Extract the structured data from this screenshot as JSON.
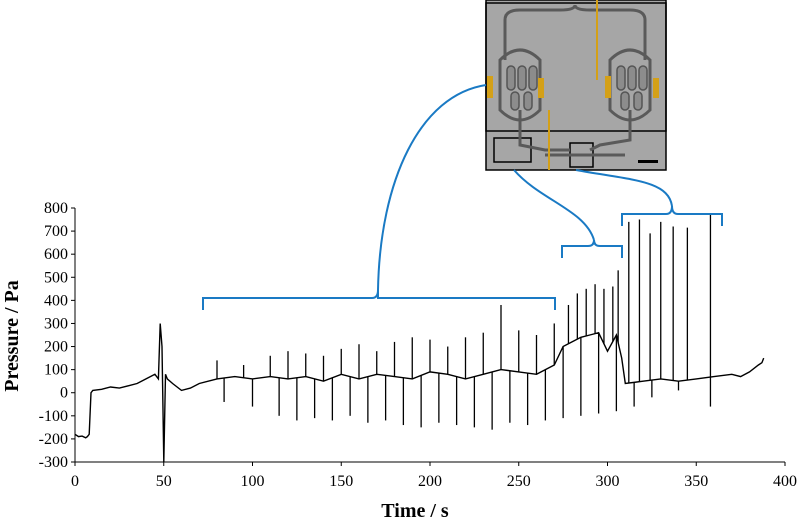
{
  "chart_data": {
    "type": "line",
    "xlabel": "Time / s",
    "ylabel": "Pressure / Pa",
    "xlim": [
      0,
      400
    ],
    "ylim": [
      -300,
      800
    ],
    "x_ticks": [
      0,
      50,
      100,
      150,
      200,
      250,
      300,
      350,
      400
    ],
    "y_ticks": [
      -300,
      -200,
      -100,
      0,
      100,
      200,
      300,
      400,
      500,
      600,
      700,
      800
    ],
    "grid": false,
    "series": [
      {
        "color": "#000000",
        "x": [
          0,
          2,
          4,
          6,
          7,
          8,
          9,
          10,
          15,
          20,
          25,
          30,
          35,
          40,
          45,
          47,
          48,
          49,
          50,
          51,
          52,
          55,
          60,
          65,
          70,
          80,
          90,
          100,
          110,
          120,
          130,
          140,
          150,
          160,
          170,
          180,
          190,
          200,
          210,
          220,
          230,
          240,
          250,
          260,
          265,
          270,
          275,
          280,
          285,
          290,
          295,
          300,
          305,
          308,
          310,
          320,
          330,
          340,
          350,
          360,
          370,
          375,
          380,
          385,
          387,
          388
        ],
        "y": [
          -180,
          -190,
          -188,
          -195,
          -190,
          -180,
          0,
          10,
          15,
          25,
          20,
          30,
          40,
          60,
          80,
          60,
          300,
          200,
          -300,
          80,
          60,
          40,
          10,
          20,
          40,
          60,
          70,
          60,
          70,
          60,
          70,
          50,
          80,
          60,
          80,
          70,
          60,
          90,
          80,
          60,
          80,
          100,
          90,
          80,
          100,
          120,
          200,
          220,
          240,
          250,
          260,
          180,
          250,
          150,
          40,
          50,
          60,
          50,
          60,
          70,
          80,
          70,
          90,
          120,
          130,
          150
        ]
      }
    ],
    "spikes": [
      {
        "x": 80,
        "y": 140
      },
      {
        "x": 95,
        "y": 120
      },
      {
        "x": 110,
        "y": 160
      },
      {
        "x": 120,
        "y": 180
      },
      {
        "x": 130,
        "y": 170
      },
      {
        "x": 140,
        "y": 160
      },
      {
        "x": 150,
        "y": 190
      },
      {
        "x": 160,
        "y": 210
      },
      {
        "x": 170,
        "y": 180
      },
      {
        "x": 180,
        "y": 220
      },
      {
        "x": 190,
        "y": 240
      },
      {
        "x": 200,
        "y": 230
      },
      {
        "x": 210,
        "y": 200
      },
      {
        "x": 220,
        "y": 240
      },
      {
        "x": 230,
        "y": 260
      },
      {
        "x": 240,
        "y": 380
      },
      {
        "x": 250,
        "y": 270
      },
      {
        "x": 260,
        "y": 250
      },
      {
        "x": 270,
        "y": 300
      },
      {
        "x": 278,
        "y": 380
      },
      {
        "x": 283,
        "y": 430
      },
      {
        "x": 288,
        "y": 450
      },
      {
        "x": 293,
        "y": 470
      },
      {
        "x": 298,
        "y": 450
      },
      {
        "x": 303,
        "y": 460
      },
      {
        "x": 306,
        "y": 530
      },
      {
        "x": 312,
        "y": 740
      },
      {
        "x": 318,
        "y": 750
      },
      {
        "x": 324,
        "y": 690
      },
      {
        "x": 330,
        "y": 740
      },
      {
        "x": 337,
        "y": 720
      },
      {
        "x": 345,
        "y": 715
      },
      {
        "x": 358,
        "y": 770
      }
    ],
    "dips": [
      {
        "x": 84,
        "y": -40
      },
      {
        "x": 100,
        "y": -60
      },
      {
        "x": 115,
        "y": -100
      },
      {
        "x": 125,
        "y": -120
      },
      {
        "x": 135,
        "y": -110
      },
      {
        "x": 145,
        "y": -120
      },
      {
        "x": 155,
        "y": -100
      },
      {
        "x": 165,
        "y": -130
      },
      {
        "x": 175,
        "y": -120
      },
      {
        "x": 185,
        "y": -140
      },
      {
        "x": 195,
        "y": -150
      },
      {
        "x": 205,
        "y": -130
      },
      {
        "x": 215,
        "y": -140
      },
      {
        "x": 225,
        "y": -150
      },
      {
        "x": 235,
        "y": -160
      },
      {
        "x": 245,
        "y": -130
      },
      {
        "x": 255,
        "y": -140
      },
      {
        "x": 265,
        "y": -120
      },
      {
        "x": 275,
        "y": -110
      },
      {
        "x": 285,
        "y": -100
      },
      {
        "x": 295,
        "y": -90
      },
      {
        "x": 305,
        "y": -80
      },
      {
        "x": 315,
        "y": -60
      },
      {
        "x": 325,
        "y": -20
      },
      {
        "x": 340,
        "y": 10
      },
      {
        "x": 358,
        "y": -60
      }
    ]
  },
  "inset": {
    "type": "microfluidic-chip-photo",
    "background": "#a6a6a6",
    "channel_color": "#595959",
    "electrode_color": "#d4a017",
    "scale_bar_color": "#000000"
  },
  "brackets_color": "#1a7ac4"
}
